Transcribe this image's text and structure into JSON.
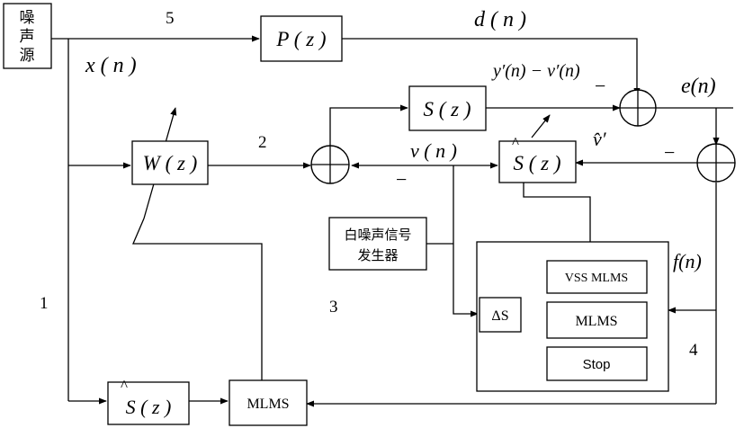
{
  "blocks": {
    "noise_source": [
      "噪",
      "声",
      "源"
    ],
    "p_block": "P ( z )",
    "w_block": "W ( z )",
    "s_block": "S ( z )",
    "s_hat_block": "S ( z )",
    "s_hat_bottom_block": "S ( z )",
    "mlms_bottom": "MLMS",
    "white_noise_gen": [
      "白噪声信号",
      "发生器"
    ],
    "vss_mlms": "VSS MLMS",
    "mlms_inner": "MLMS",
    "stop": "Stop",
    "delta_s": "ΔS",
    "hat_mark": "^"
  },
  "signals": {
    "x_n": "x ( n )",
    "d_n": "d ( n )",
    "y_minus_v": "y′(n) − v′(n)",
    "e_n": "e(n)",
    "v_n": "v ( n )",
    "v_hat_prime": "v̂′",
    "f_n": "f(n)"
  },
  "path_numbers": {
    "p1": "1",
    "p2": "2",
    "p3": "3",
    "p4": "4",
    "p5": "5"
  },
  "signs": {
    "minus": "−"
  }
}
